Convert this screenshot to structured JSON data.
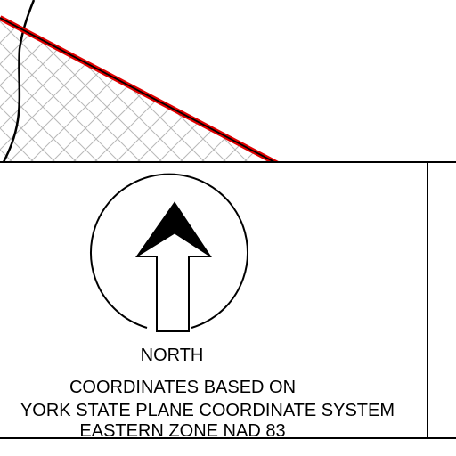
{
  "north_arrow": {
    "label": "NORTH"
  },
  "coordinate_note": {
    "line1": "COORDINATES BASED ON",
    "line2": "YORK STATE PLANE COORDINATE SYSTEM",
    "line3": "EASTERN ZONE NAD 83"
  },
  "colors": {
    "boundary_line": "#e00000",
    "hatch": "#b8b8b8",
    "ink": "#000000"
  }
}
